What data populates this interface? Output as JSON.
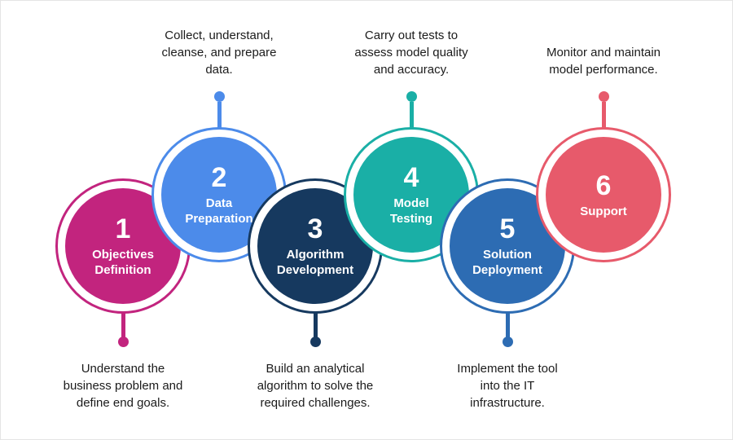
{
  "figure": {
    "background": "#ffffff",
    "text_color": "#1b1b1b",
    "steps": [
      {
        "number": "1",
        "title": "Objectives Definition",
        "title_lines": [
          "Objectives",
          "Definition"
        ],
        "description": "Understand the business problem and define end goals.",
        "description_lines": [
          "Understand the",
          "business problem and",
          "define end goals."
        ],
        "color": "#C2247E",
        "label_position": "bottom"
      },
      {
        "number": "2",
        "title": "Data Preparation",
        "title_lines": [
          "Data",
          "Preparation"
        ],
        "description": "Collect, understand, cleanse, and prepare data.",
        "description_lines": [
          "Collect, understand,",
          "cleanse, and prepare",
          "data."
        ],
        "color": "#4C8BEA",
        "label_position": "top"
      },
      {
        "number": "3",
        "title": "Algorithm Development",
        "title_lines": [
          "Algorithm",
          "Development"
        ],
        "description": "Build an analytical algorithm to solve the required challenges.",
        "description_lines": [
          "Build an analytical",
          "algorithm to solve the",
          "required challenges."
        ],
        "color": "#16395F",
        "label_position": "bottom"
      },
      {
        "number": "4",
        "title": "Model Testing",
        "title_lines": [
          "Model",
          "Testing"
        ],
        "description": "Carry out tests to assess model quality and accuracy.",
        "description_lines": [
          "Carry out tests to",
          "assess model quality",
          "and accuracy."
        ],
        "color": "#1AAFA6",
        "label_position": "top"
      },
      {
        "number": "5",
        "title": "Solution Deployment",
        "title_lines": [
          "Solution",
          "Deployment"
        ],
        "description": "Implement the tool into the IT infrastructure.",
        "description_lines": [
          "Implement the tool",
          "into the IT",
          "infrastructure."
        ],
        "color": "#2D6CB3",
        "label_position": "bottom"
      },
      {
        "number": "6",
        "title": "Support",
        "title_lines": [
          "Support"
        ],
        "description": "Monitor and maintain model performance.",
        "description_lines": [
          "Monitor and maintain",
          "model performance."
        ],
        "color": "#E75A6B",
        "label_position": "top"
      }
    ]
  }
}
